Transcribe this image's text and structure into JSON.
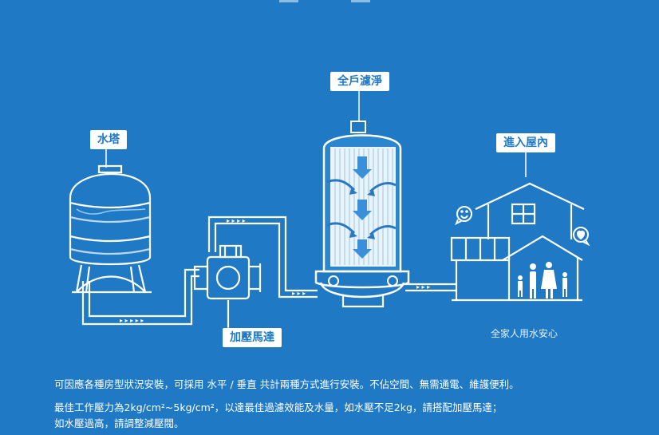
{
  "labels": {
    "water_tower": "水塔",
    "whole_house_filter": "全戶濾淨",
    "into_house": "進入屋內",
    "booster_pump": "加壓馬達",
    "slogan": "全家人用水安心"
  },
  "description": {
    "line1": "可因應各種房型狀況安裝，可採用 水平 / 垂直 共計兩種方式進行安裝。不佔空間、無需通電、維護便利。",
    "line2": "最佳工作壓力為2kg/cm²~5kg/cm²，以達最佳過濾效能及水量，如水壓不足2kg，請搭配加壓馬達；",
    "line3": "如水壓過高，請調整減壓閥。"
  },
  "colors": {
    "background": "#1f79c4",
    "line": "#ffffff",
    "accent": "#3a8fd9"
  },
  "icons": [
    "water-tower-icon",
    "booster-pump-icon",
    "filter-tank-icon",
    "house-icon",
    "family-icon",
    "smile-bubble-icon",
    "heart-bubble-icon"
  ]
}
